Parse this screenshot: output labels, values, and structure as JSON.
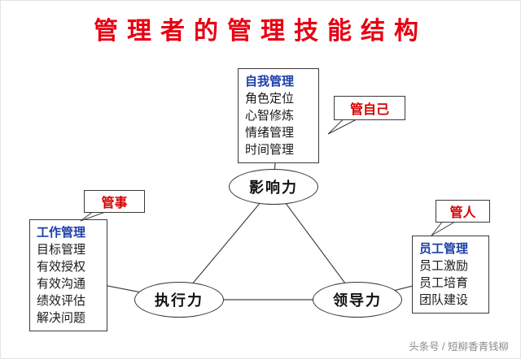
{
  "title": "管理者的管理技能结构",
  "boxes": {
    "self": {
      "title": "自我管理",
      "items": [
        "角色定位",
        "心智修炼",
        "情绪管理",
        "时间管理"
      ]
    },
    "work": {
      "title": "工作管理",
      "items": [
        "目标管理",
        "有效授权",
        "有效沟通",
        "绩效评估",
        "解决问题"
      ]
    },
    "staff": {
      "title": "员工管理",
      "items": [
        "员工激励",
        "员工培育",
        "团队建设"
      ]
    }
  },
  "callouts": {
    "self": "管自己",
    "work": "管事",
    "people": "管人"
  },
  "nodes": {
    "influence": "影响力",
    "execution": "执行力",
    "leadership": "领导力"
  },
  "watermark": "头条号 / 短柳香青钱柳",
  "colors": {
    "title_red": "#e60012",
    "callout_red": "#d40000",
    "box_title_blue": "#1c3ea8",
    "line": "#444444"
  }
}
